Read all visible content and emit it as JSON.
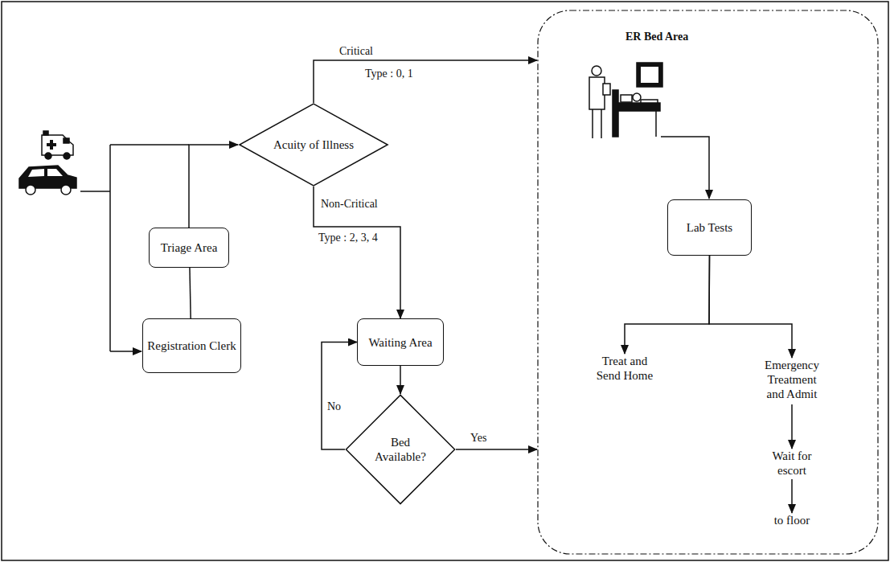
{
  "diagram": {
    "nodes": [
      {
        "text": [
          "Registration Clerk"
        ]
      },
      {
        "text": [
          "Triage Area"
        ]
      },
      {
        "text": [
          "Acuity of Illness"
        ]
      },
      {
        "text": [
          "Waiting Area"
        ]
      },
      {
        "text": [
          "Bed Available?"
        ]
      },
      {
        "text": [
          "ER Bed Area"
        ]
      },
      {
        "text": [
          "Lab Tests"
        ],
        "in": 5
      },
      {
        "text": [
          "Treat and Send Home"
        ],
        "in": 5
      },
      {
        "text": [
          "Emergency Treatment and Admit"
        ],
        "in": 5
      },
      {
        "text": [
          "Wait for escort"
        ],
        "in": 5
      },
      {
        "text": [
          "to floor"
        ],
        "in": 5
      }
    ],
    "edges": [
      {
        "from": 0,
        "to": 1,
        "arrow": "to"
      },
      {
        "from": 1,
        "to": 2,
        "arrow": "to"
      },
      {
        "from": 2,
        "to": 5,
        "label": "Critical",
        "arrow": "to"
      },
      {
        "from": 2,
        "to": 3,
        "label": "Non-Critical",
        "arrow": "to"
      },
      {
        "from": 3,
        "to": 4,
        "arrow": "to"
      },
      {
        "from": 4,
        "to": 3,
        "label": "No",
        "arrow": "to"
      },
      {
        "from": 4,
        "to": 5,
        "label": "Yes",
        "arrow": "to"
      },
      {
        "from": 6,
        "to": 7,
        "arrow": "to"
      },
      {
        "from": 6,
        "to": 8,
        "arrow": "to"
      },
      {
        "from": 8,
        "to": 9,
        "arrow": "to"
      },
      {
        "from": 9,
        "to": 10,
        "arrow": "to"
      }
    ],
    "labels": [
      "Type : 0, 1",
      "Type : 2, 3, 4"
    ]
  }
}
